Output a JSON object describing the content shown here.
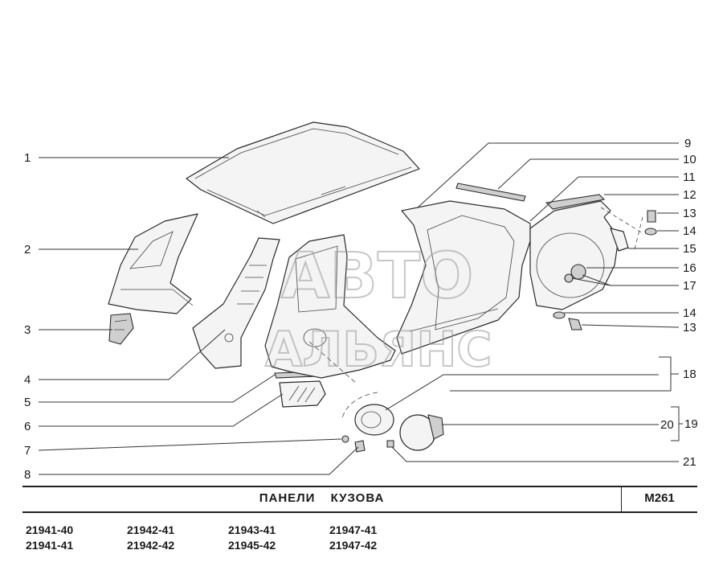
{
  "callouts": [
    "1",
    "2",
    "3",
    "4",
    "5",
    "6",
    "7",
    "8",
    "9",
    "10",
    "11",
    "12",
    "13",
    "14",
    "15",
    "16",
    "17",
    "14",
    "13",
    "18",
    "20",
    "19",
    "21"
  ],
  "watermark": {
    "line1": "АВТО",
    "line2": "АЛЬЯНС"
  },
  "title": "ПАНЕЛИ КУЗОВА",
  "sheet_code": "M261",
  "models": [
    [
      "21941-40",
      "21941-41"
    ],
    [
      "21942-41",
      "21942-42"
    ],
    [
      "21943-41",
      "21945-42"
    ],
    [
      "21947-41",
      "21947-42"
    ]
  ]
}
